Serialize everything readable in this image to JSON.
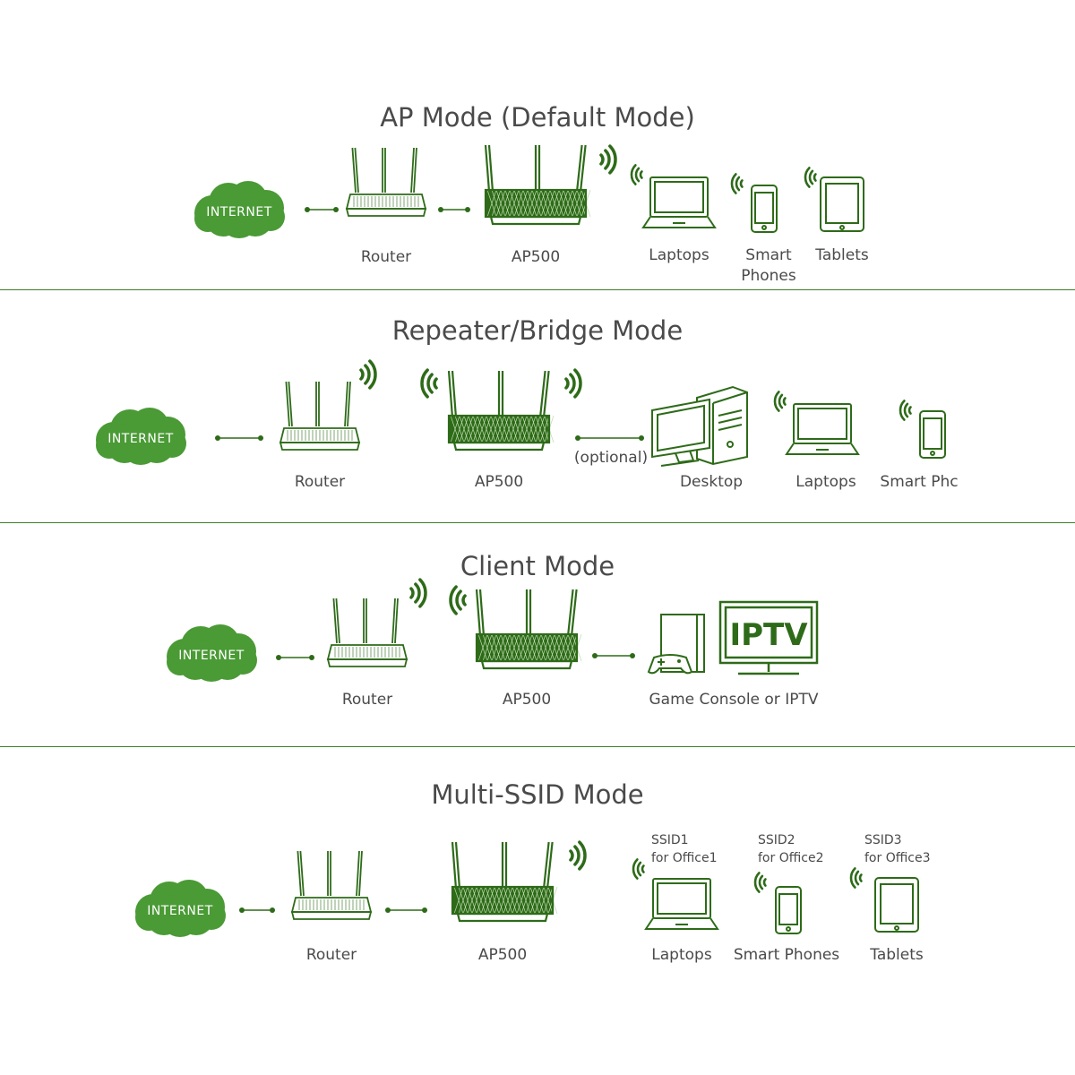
{
  "colors": {
    "accent": "#2e6b19",
    "accent_dark": "#24561a",
    "divider": "#3e7f25",
    "text": "#4a4a4a",
    "cloud": "#4a9a35"
  },
  "icons": [
    "cloud-icon",
    "router-icon",
    "access-point-icon",
    "wifi-signal-icon",
    "laptop-icon",
    "smartphone-icon",
    "tablet-icon",
    "desktop-icon",
    "game-console-icon",
    "tv-icon"
  ],
  "sections": {
    "ap": {
      "title": "AP Mode (Default Mode)",
      "internet": "INTERNET",
      "router": "Router",
      "ap": "AP500",
      "laptops": "Laptops",
      "phones_line1": "Smart",
      "phones_line2": "Phones",
      "tablets": "Tablets"
    },
    "repeater": {
      "title": "Repeater/Bridge Mode",
      "internet": "INTERNET",
      "router": "Router",
      "ap": "AP500",
      "optional": "(optional)",
      "desktop": "Desktop",
      "laptops": "Laptops",
      "phones": "Smart Phc"
    },
    "client": {
      "title": "Client Mode",
      "internet": "INTERNET",
      "router": "Router",
      "ap": "AP500",
      "tv_text": "IPTV",
      "devices": "Game Console or IPTV"
    },
    "multissid": {
      "title": "Multi-SSID Mode",
      "internet": "INTERNET",
      "router": "Router",
      "ap": "AP500",
      "ssid1": "SSID1",
      "office1": "for Office1",
      "ssid2": "SSID2",
      "office2": "for Office2",
      "ssid3": "SSID3",
      "office3": "for Office3",
      "laptops": "Laptops",
      "phones": "Smart Phones",
      "tablets": "Tablets"
    }
  }
}
